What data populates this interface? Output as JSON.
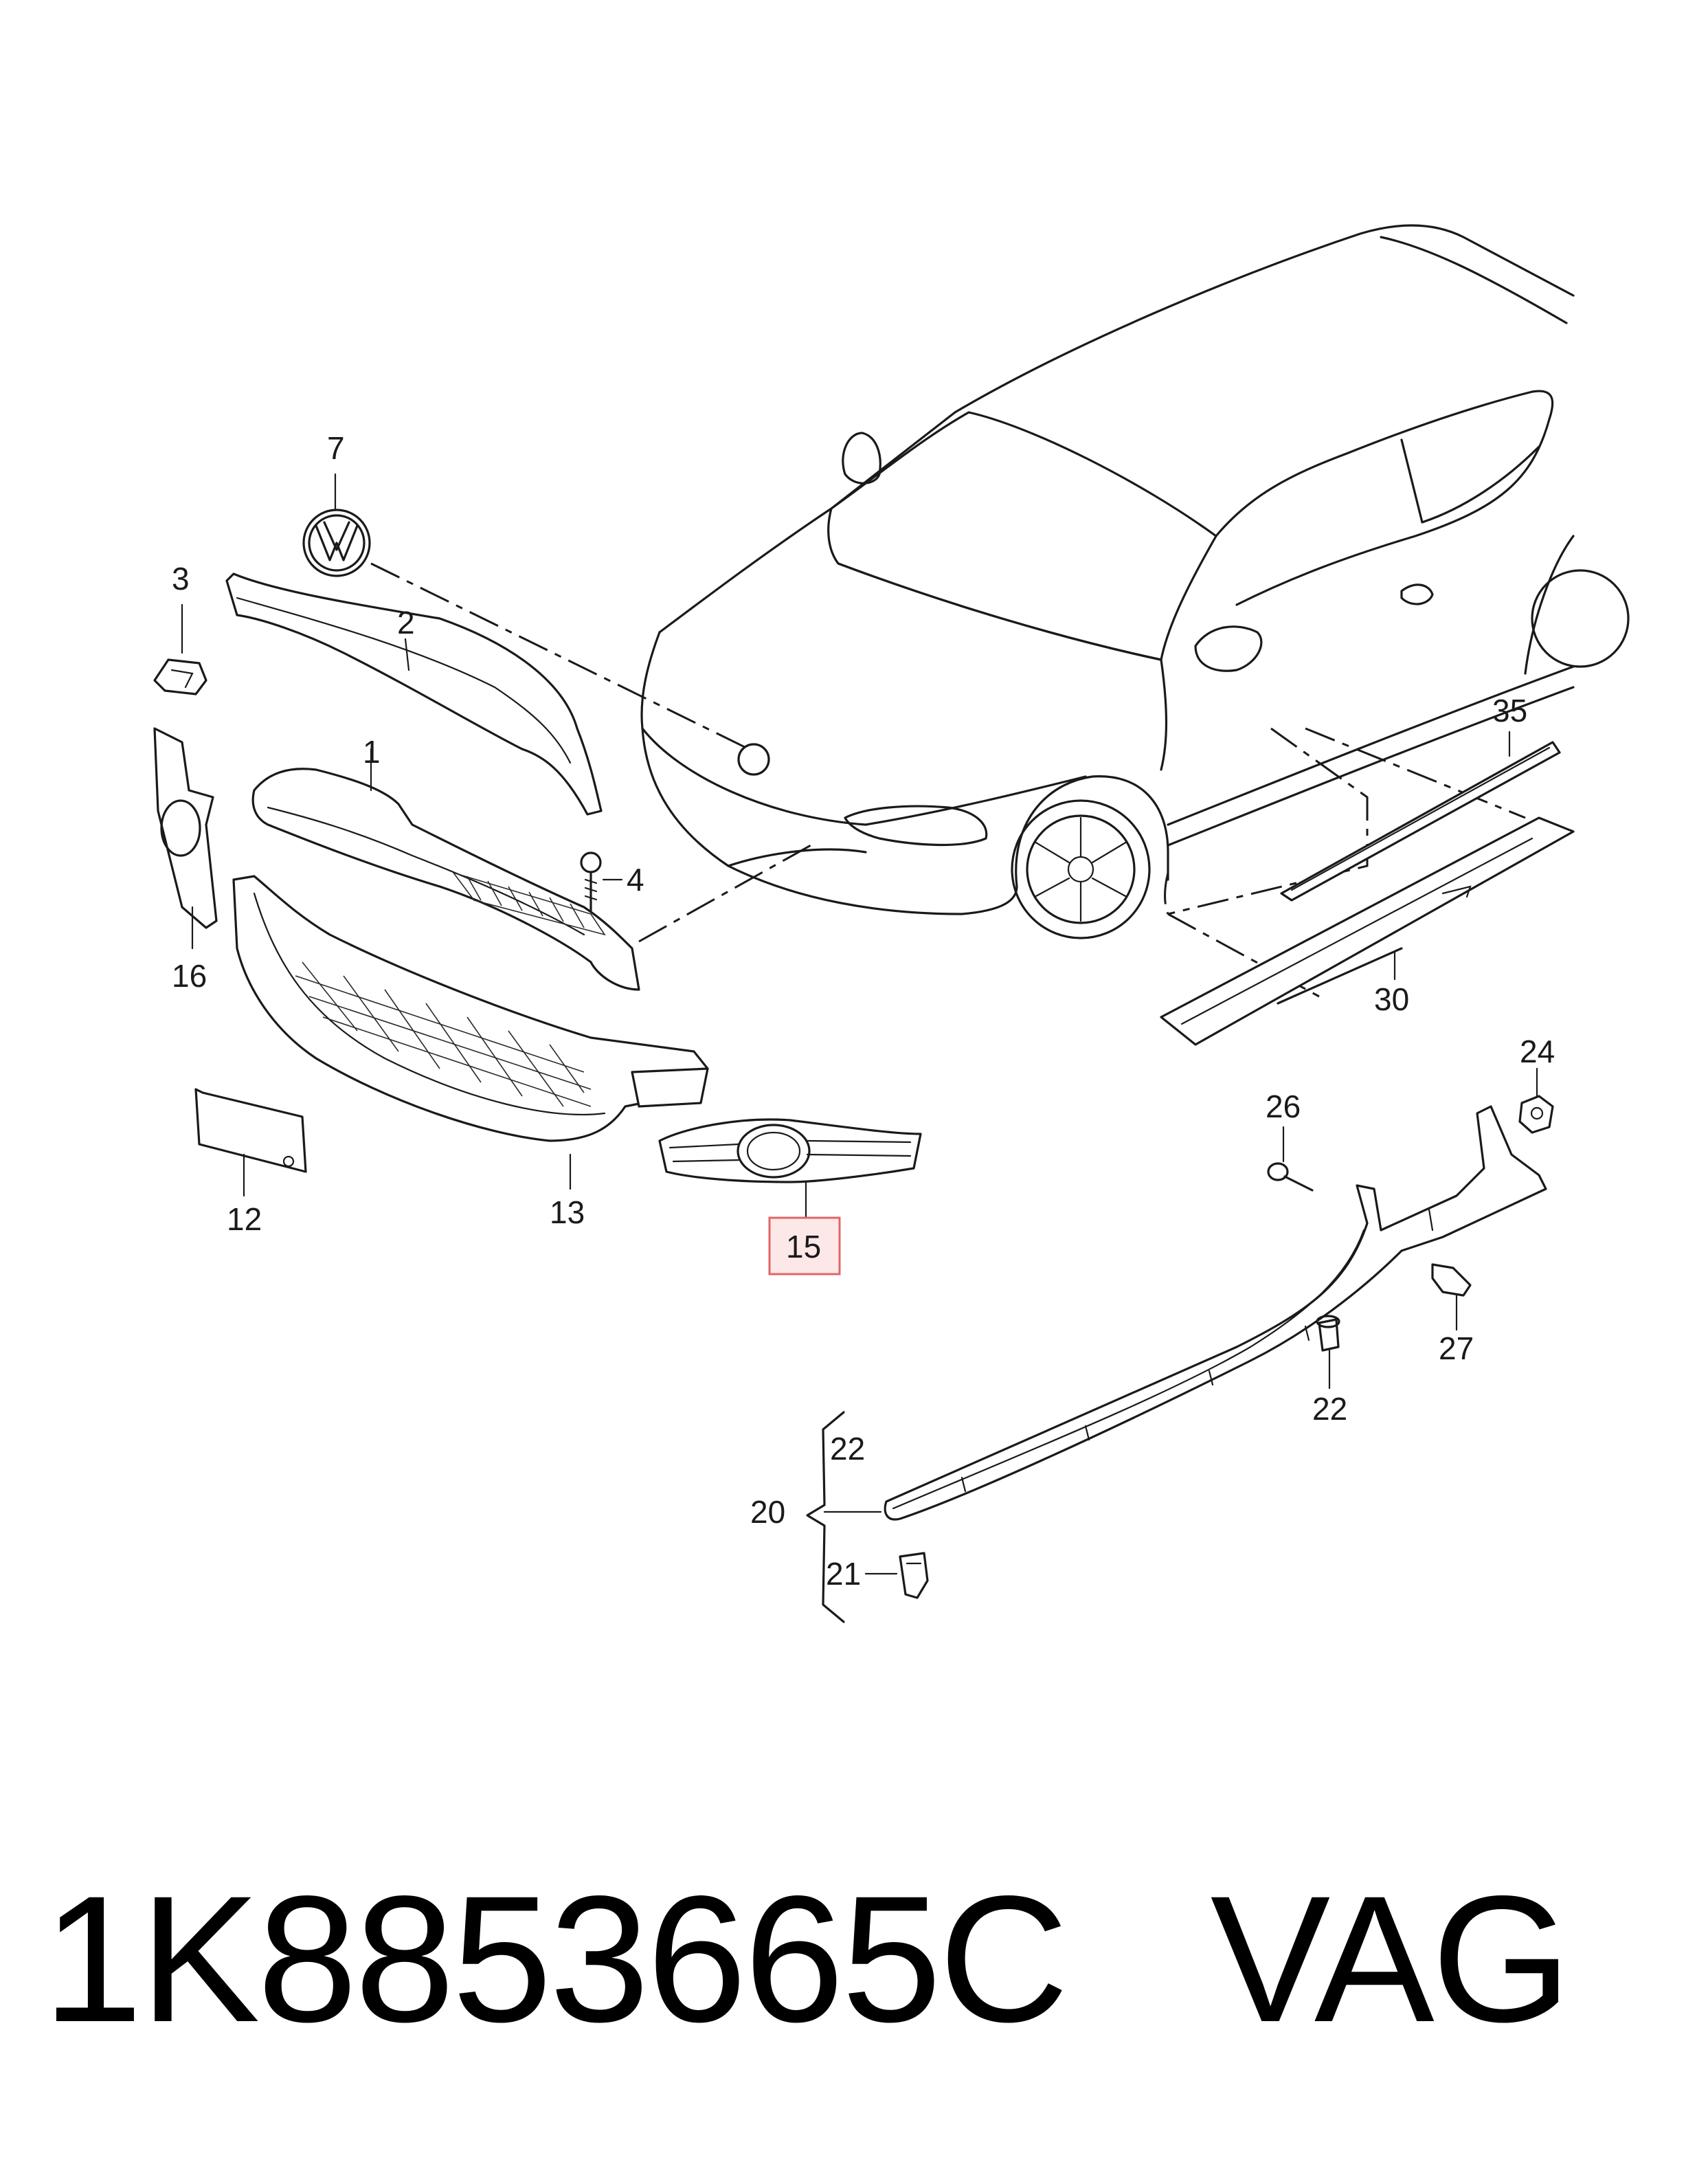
{
  "callouts": {
    "c1": "1",
    "c2": "2",
    "c3": "3",
    "c4": "4",
    "c7": "7",
    "c12": "12",
    "c13": "13",
    "c15": "15",
    "c16": "16",
    "c20": "20",
    "c21": "21",
    "c22a": "22",
    "c22b": "22",
    "c24": "24",
    "c26": "26",
    "c27": "27",
    "c30": "30",
    "c35": "35"
  },
  "highlight": {
    "part": "15",
    "fill": "#fde8e8",
    "stroke": "#e06666"
  },
  "footer": {
    "part_number": "1K8853665C",
    "brand": "VAG"
  }
}
